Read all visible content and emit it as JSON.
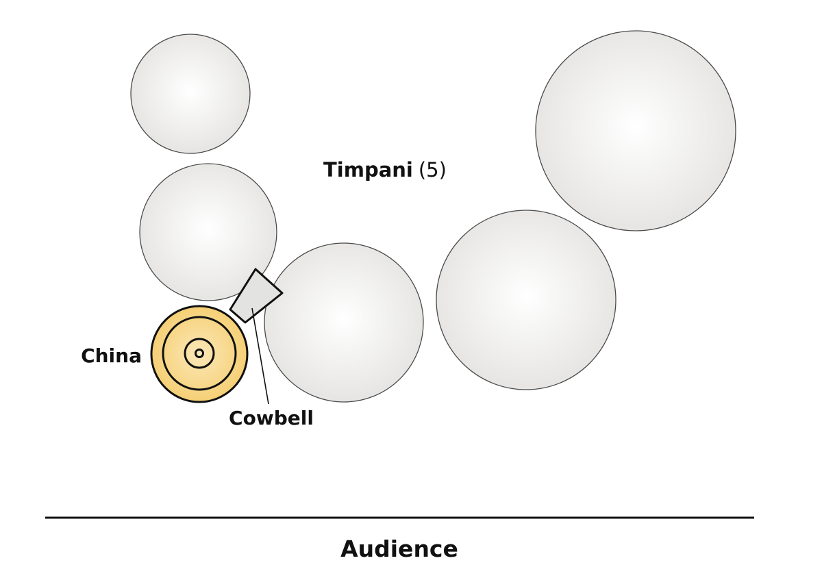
{
  "labels": {
    "timpani": "Timpani",
    "timpani_count": "(5)",
    "china": "China",
    "cowbell": "Cowbell",
    "audience": "Audience"
  },
  "colors": {
    "drum_center": "#ffffff",
    "drum_edge": "#e6e5e3",
    "drum_stroke": "#4a4a4a",
    "cymbal_fill": "#f5cd6e",
    "cymbal_inner": "#fbe8b8",
    "cymbal_stroke": "#111111",
    "cowbell_fill": "#e3e3e1",
    "line": "#111111"
  }
}
